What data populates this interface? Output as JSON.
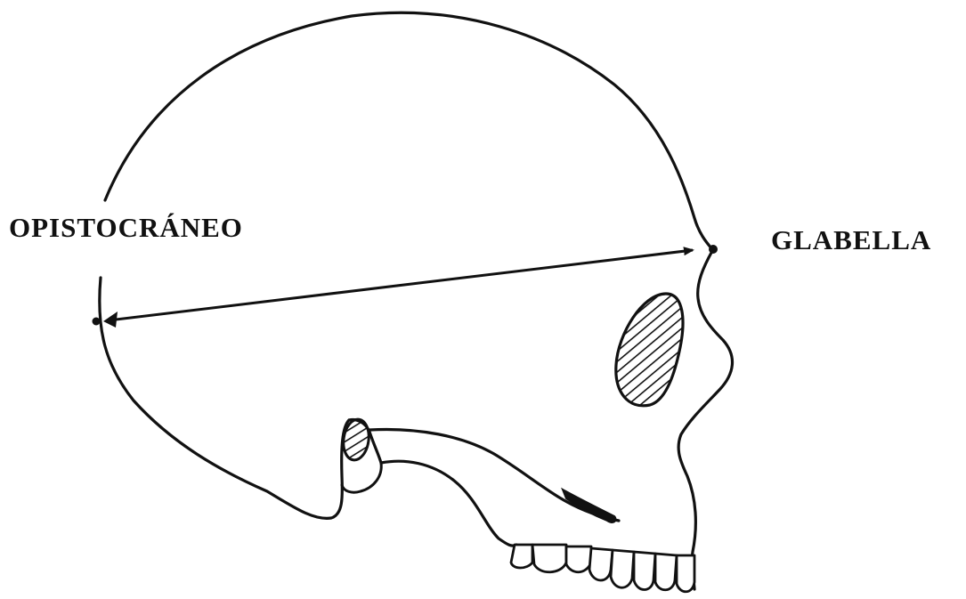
{
  "figure": {
    "subject": "skull-lateral-view",
    "labels": {
      "posterior_point": "OPISTOCRÁNEO",
      "anterior_point": "GLABELLA"
    },
    "colors": {
      "ink": "#111111",
      "background": "#ffffff"
    }
  }
}
